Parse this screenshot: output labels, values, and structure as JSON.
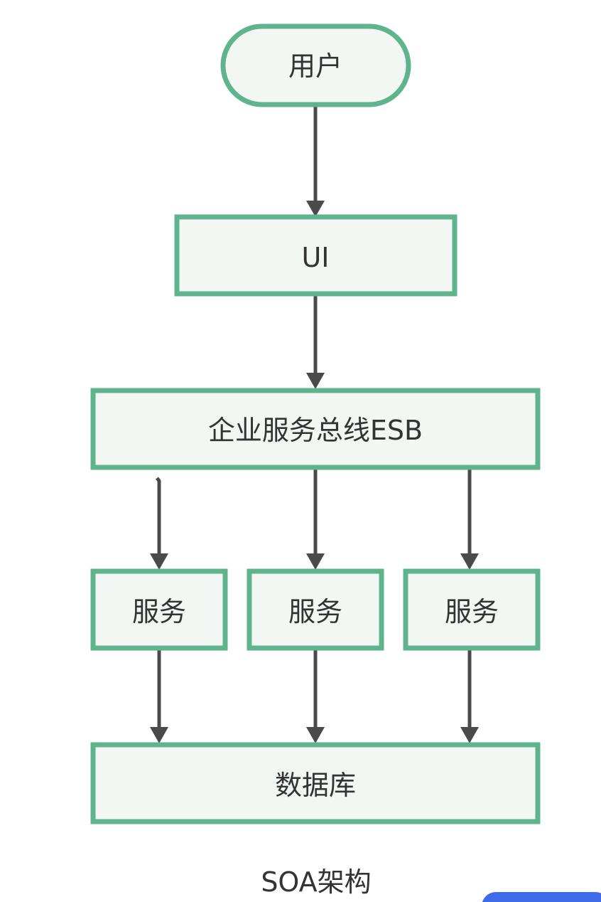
{
  "nodes": {
    "user": "用户",
    "ui": "UI",
    "esb": "企业服务总线ESB",
    "service_1": "服务",
    "service_2": "服务",
    "service_3": "服务",
    "database": "数据库"
  },
  "caption": "SOA架构",
  "colors": {
    "node_border": "#5fb48e",
    "node_fill": "#f2f7f4",
    "edge": "#4a4a4a",
    "text": "#333333"
  }
}
